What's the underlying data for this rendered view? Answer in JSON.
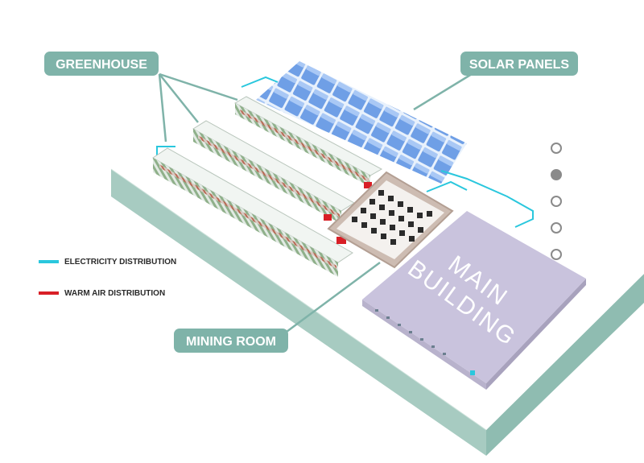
{
  "labels": {
    "greenhouse": "GREENHOUSE",
    "solar_panels": "SOLAR PANELS",
    "mining_room": "MINING ROOM",
    "main_building_line1": "MAIN",
    "main_building_line2": "BUILDING"
  },
  "legend": [
    {
      "label": "ELECTRICITY DISTRIBUTION",
      "color": "#2ac7dd"
    },
    {
      "label": "WARM AIR DISTRIBUTION",
      "color": "#d81f26"
    }
  ],
  "colors": {
    "label_bg": "#7fb3a9",
    "ground_top": "#ffffff",
    "ground_side": "#a7cbc1",
    "solar_panel": "#6f9fe6",
    "greenhouse_frame": "#d9e3dc",
    "greenhouse_plants": "#8fb08a",
    "main_building_roof": "#c9c3dd",
    "electricity": "#2ac7dd",
    "warm_air": "#d81f26"
  },
  "pager": {
    "count": 5,
    "active_index": 1
  }
}
